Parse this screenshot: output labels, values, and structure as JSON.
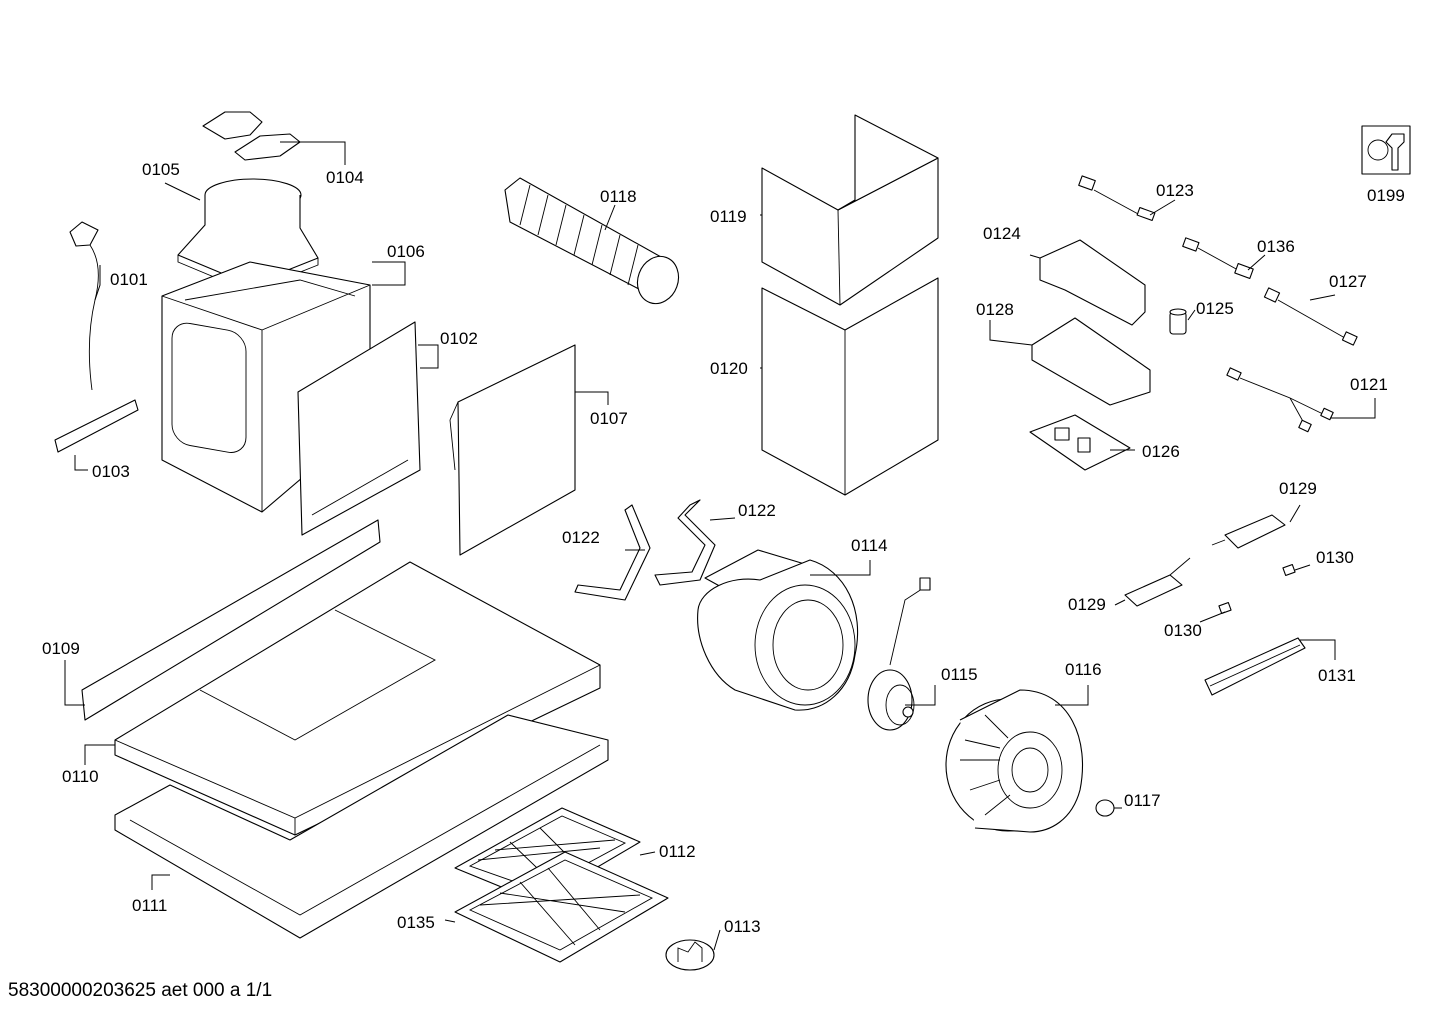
{
  "document_id": "58300000203625 aet 000 a 1/1",
  "parts": [
    {
      "id": "0101",
      "label": "0101"
    },
    {
      "id": "0102",
      "label": "0102"
    },
    {
      "id": "0103",
      "label": "0103"
    },
    {
      "id": "0104",
      "label": "0104"
    },
    {
      "id": "0105",
      "label": "0105"
    },
    {
      "id": "0106",
      "label": "0106"
    },
    {
      "id": "0107",
      "label": "0107"
    },
    {
      "id": "0109",
      "label": "0109"
    },
    {
      "id": "0110",
      "label": "0110"
    },
    {
      "id": "0111",
      "label": "0111"
    },
    {
      "id": "0112",
      "label": "0112"
    },
    {
      "id": "0113",
      "label": "0113"
    },
    {
      "id": "0114",
      "label": "0114"
    },
    {
      "id": "0115",
      "label": "0115"
    },
    {
      "id": "0116",
      "label": "0116"
    },
    {
      "id": "0117",
      "label": "0117"
    },
    {
      "id": "0118",
      "label": "0118"
    },
    {
      "id": "0119",
      "label": "0119"
    },
    {
      "id": "0120",
      "label": "0120"
    },
    {
      "id": "0121",
      "label": "0121"
    },
    {
      "id": "0122a",
      "label": "0122"
    },
    {
      "id": "0122b",
      "label": "0122"
    },
    {
      "id": "0123",
      "label": "0123"
    },
    {
      "id": "0124",
      "label": "0124"
    },
    {
      "id": "0125",
      "label": "0125"
    },
    {
      "id": "0126",
      "label": "0126"
    },
    {
      "id": "0127",
      "label": "0127"
    },
    {
      "id": "0128",
      "label": "0128"
    },
    {
      "id": "0129a",
      "label": "0129"
    },
    {
      "id": "0129b",
      "label": "0129"
    },
    {
      "id": "0130a",
      "label": "0130"
    },
    {
      "id": "0130b",
      "label": "0130"
    },
    {
      "id": "0131",
      "label": "0131"
    },
    {
      "id": "0135",
      "label": "0135"
    },
    {
      "id": "0136",
      "label": "0136"
    },
    {
      "id": "0199",
      "label": "0199"
    }
  ],
  "icons": {
    "service": "wrench-icon"
  }
}
